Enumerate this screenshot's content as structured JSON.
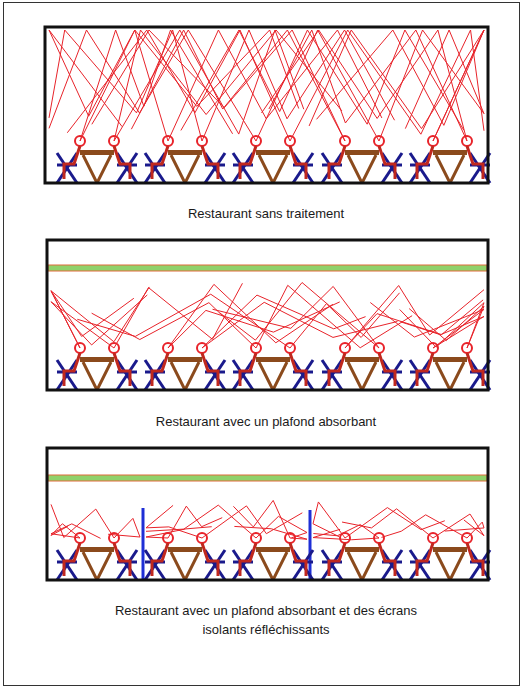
{
  "diagram": {
    "labels": [
      "Restaurant sans traitement",
      "Restaurant avec un plafond absorbant",
      "Restaurant avec un plafond absorbant et des écrans isolants réfléchissants"
    ]
  }
}
